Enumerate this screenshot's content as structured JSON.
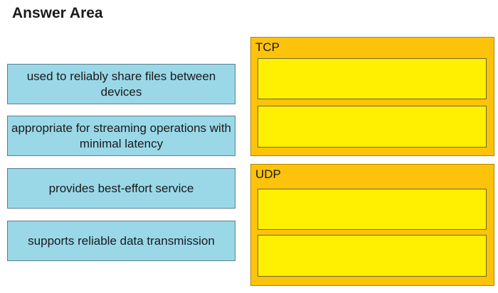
{
  "title": "Answer Area",
  "options": [
    {
      "label": "used to reliably share files between devices"
    },
    {
      "label": "appropriate for streaming operations with minimal latency"
    },
    {
      "label": "provides best-effort service"
    },
    {
      "label": "supports reliable data transmission"
    }
  ],
  "groups": [
    {
      "label": "TCP"
    },
    {
      "label": "UDP"
    }
  ],
  "colors": {
    "option_bg": "#9ad8e8",
    "group_bg": "#fdc20a",
    "slot_bg": "#ffef00"
  }
}
